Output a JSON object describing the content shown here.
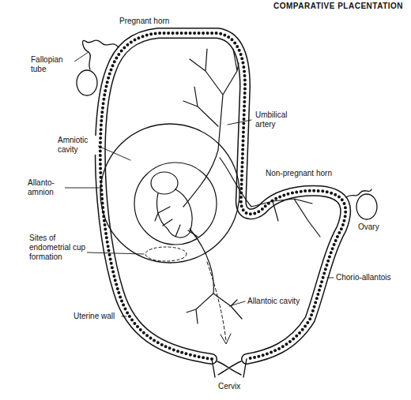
{
  "diagram": {
    "labels": [
      "COMPARATIVE PLACENTATION",
      "Pregnant horn",
      "Fallopian tube",
      "Umbilical artery",
      "Non-pregnant horn",
      "Amniotic cavity",
      "Allanto-amnion",
      "Ovary",
      "Sites of endometrial cup formation",
      "Chorio-allantois",
      "Allantoic cavity",
      "Uterine wall",
      "Cervix"
    ]
  }
}
